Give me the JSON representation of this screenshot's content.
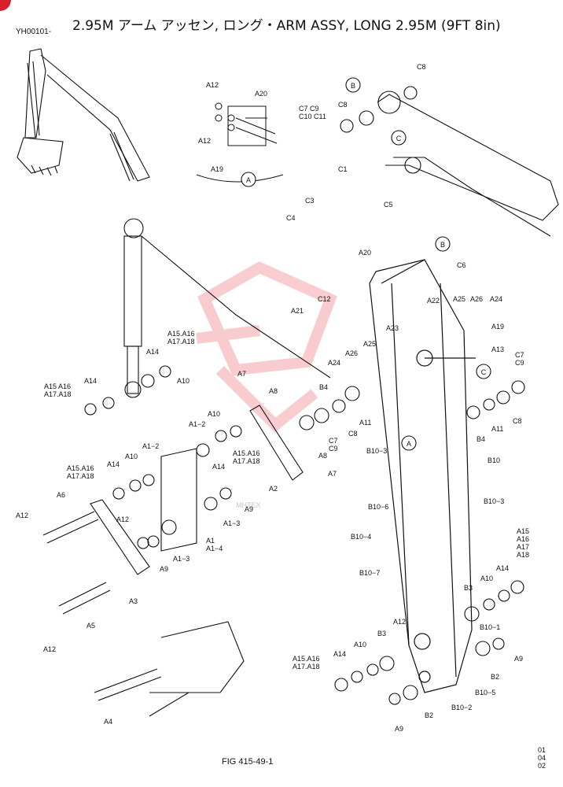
{
  "title": "2.95M アーム アッセン, ロング・ARM ASSY, LONG 2.95M (9FT 8in)",
  "doc_code": "YH00101-",
  "figure": "FIG 415-49-1",
  "page_numbers": [
    "01",
    "04",
    "02"
  ],
  "watermark": "MHTEX",
  "callouts": [
    "A",
    "B",
    "C"
  ],
  "labels": {
    "A12_top": "A12",
    "A20_top": "A20",
    "A12_top2": "A12",
    "A19_top": "A19",
    "C8_top": "C8",
    "C7C9": "C7\nC9",
    "C10C11": "C10 C11",
    "C8_mid": "C8",
    "C1": "C1",
    "C3": "C3",
    "C4": "C4",
    "C5": "C5",
    "A20_mid": "A20",
    "C6": "C6",
    "C12": "C12",
    "A21": "A21",
    "A22": "A22",
    "A25": "A25",
    "A26": "A26",
    "A24": "A24",
    "A19": "A19",
    "A13": "A13",
    "A23": "A23",
    "A26b": "A26",
    "A25b": "A25",
    "A24b": "A24",
    "C7C9_r": "C7\nC9",
    "C8_r": "C8",
    "A11_r": "A11",
    "B4_r": "B4",
    "B10": "B10",
    "B4": "B4",
    "A11": "A11",
    "C8": "C8",
    "A15A16A17A18": "A15.A16\nA17.A18",
    "A14": "A14",
    "A10": "A10",
    "A15_16_17_18_l": "A15 A16\nA17.A18",
    "A14_l": "A14",
    "A7": "A7",
    "A8": "A8",
    "A8b": "A8",
    "A1_2": "A1−2",
    "A10b": "A10",
    "A14b": "A14",
    "A15b": "A15.A16\nA17.A18",
    "A2": "A2",
    "A7b": "A7",
    "A1_2b": "A1−2",
    "A10c": "A10",
    "A14c": "A14",
    "A15c": "A15.A16\nA17.A18",
    "A6": "A6",
    "A12_l": "A12",
    "A12_m": "A12",
    "A9": "A9",
    "A1_3": "A1−3",
    "A1": "A1\nA1−4",
    "A9b": "A9",
    "A1_3b": "A1−3",
    "A3": "A3",
    "A5": "A5",
    "A12_b": "A12",
    "B10_3": "B10−3",
    "B10_6": "B10−6",
    "B10_3b": "B10−3",
    "B10_4": "B10−4",
    "B10_7": "B10−7",
    "B3": "B3",
    "A10d": "A10",
    "A14d": "A14",
    "A15_r": "A15\nA16\nA17\nA18",
    "B10_1": "B10−1",
    "A9c": "A9",
    "B2": "B2",
    "B10_5": "B10−5",
    "B10_2": "B10−2",
    "B2b": "B2",
    "A12_bot": "A12",
    "B3b": "B3",
    "A10e": "A10",
    "A14e": "A14",
    "A15e": "A15.A16\nA17.A18",
    "A9d": "A9",
    "A4": "A4"
  },
  "colors": {
    "ink": "#111111",
    "watermark": "#e84c55",
    "accent": "#d8202a"
  }
}
